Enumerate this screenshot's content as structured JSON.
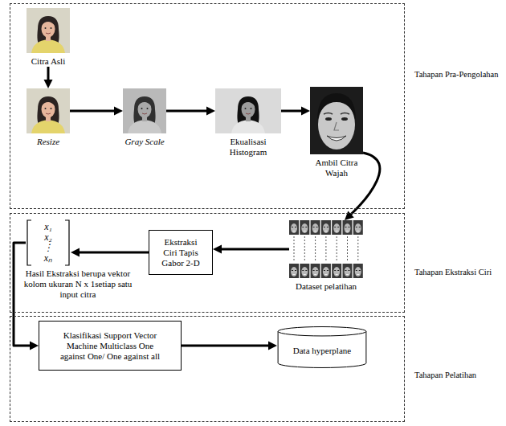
{
  "diagram": {
    "nodes": [
      {
        "text": [
          "Tahapan Pra-Pengolahan"
        ]
      },
      {
        "text": [
          "Citra Asli"
        ],
        "in": 0
      },
      {
        "text": [
          "Resize"
        ],
        "in": 0
      },
      {
        "text": [
          "Gray Scale"
        ],
        "in": 0
      },
      {
        "text": [
          "Ekualisasi Histogram"
        ],
        "in": 0
      },
      {
        "text": [
          "Ambil Citra Wajah"
        ],
        "in": 0
      },
      {
        "text": [
          "Tahapan Ekstraksi Ciri"
        ]
      },
      {
        "text": [
          "Dataset pelatihan"
        ],
        "in": 6
      },
      {
        "text": [
          "Ekstraksi Ciri Tapis Gabor 2-D"
        ],
        "in": 6
      },
      {
        "text": [
          "x₁",
          "x₂",
          "⋮",
          "xₙ",
          "Hasil Ekstraksi berupa vektor kolom ukuran N x 1setiap satu input citra"
        ],
        "in": 6
      },
      {
        "text": [
          "Tahapan Pelatihan"
        ]
      },
      {
        "text": [
          "Klasifikasi Support Vector Machine Multiclass One against One/ One against all"
        ],
        "in": 10
      },
      {
        "text": [
          "Data hyperplane"
        ],
        "in": 10
      }
    ],
    "edges": [
      {
        "from": 1,
        "to": 2,
        "arrow": "to"
      },
      {
        "from": 2,
        "to": 3,
        "arrow": "to"
      },
      {
        "from": 3,
        "to": 4,
        "arrow": "to"
      },
      {
        "from": 4,
        "to": 5,
        "arrow": "to"
      },
      {
        "from": 5,
        "to": 7,
        "arrow": "to"
      },
      {
        "from": 7,
        "to": 8,
        "arrow": "to"
      },
      {
        "from": 8,
        "to": 9,
        "arrow": "to"
      },
      {
        "from": 9,
        "to": 11,
        "arrow": "to"
      },
      {
        "from": 11,
        "to": 12,
        "arrow": "to"
      }
    ]
  }
}
